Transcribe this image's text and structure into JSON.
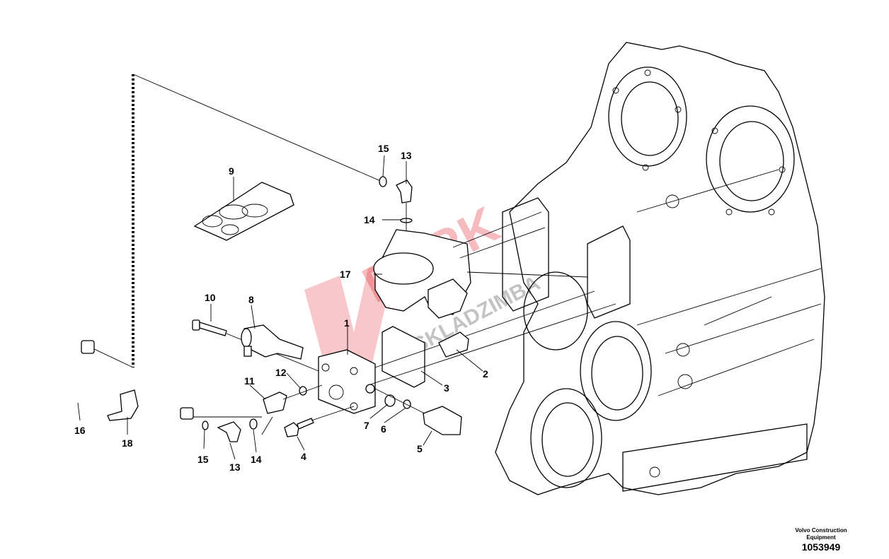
{
  "diagram": {
    "callouts": {
      "c1": "1",
      "c2": "2",
      "c3": "3",
      "c4": "4",
      "c5": "5",
      "c6": "6",
      "c7": "7",
      "c8": "8",
      "c9": "9",
      "c10": "10",
      "c11": "11",
      "c12": "12",
      "c13a": "13",
      "c13b": "13",
      "c14a": "14",
      "c14b": "14",
      "c15a": "15",
      "c15b": "15",
      "c16": "16",
      "c17": "17",
      "c18": "18"
    },
    "credit": "Volvo Construction Equipment",
    "document_number": "1053949",
    "watermark": {
      "line1": "FORK",
      "line2": "SKLADZIMBA"
    }
  }
}
